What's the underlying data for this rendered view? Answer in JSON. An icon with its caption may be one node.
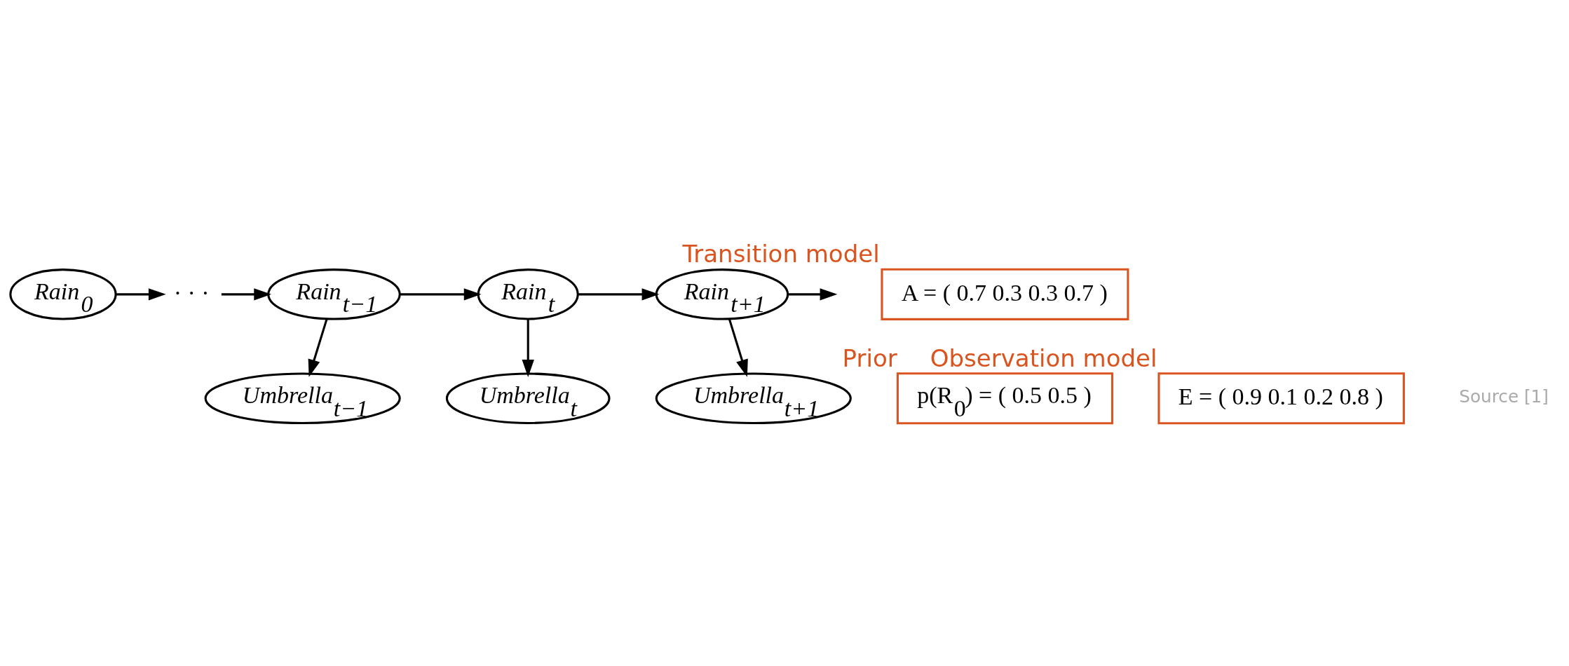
{
  "diagram": {
    "nodes": [
      {
        "text": [
          "Rain$_{0}$"
        ]
      },
      {
        "text": [
          "· · ·"
        ]
      },
      {
        "text": [
          "Rain$_{t−1}$"
        ]
      },
      {
        "text": [
          "Rain$_{t}$"
        ]
      },
      {
        "text": [
          "Rain$_{t+1}$"
        ]
      },
      {
        "text": [
          "Umbrella$_{t−1}$"
        ]
      },
      {
        "text": [
          "Umbrella$_{t}$"
        ]
      },
      {
        "text": [
          "Umbrella$_{t+1}$"
        ]
      },
      {
        "text": [
          "A = ( 0.7 0.3 0.3 0.7 )"
        ],
        "beside": [
          "Transition model"
        ]
      },
      {
        "text": [
          "p(R$_{0}$) = ( 0.5 0.5 )"
        ],
        "beside": [
          "Prior"
        ]
      },
      {
        "text": [
          "E = ( 0.9 0.1 0.2 0.8 )"
        ],
        "beside": [
          "Observation model"
        ]
      }
    ],
    "edges": [
      {
        "from": 0,
        "to": 1,
        "arrow": "to"
      },
      {
        "from": 1,
        "to": 2,
        "arrow": "to"
      },
      {
        "from": 2,
        "to": 3,
        "arrow": "to"
      },
      {
        "from": 3,
        "to": 4,
        "arrow": "to"
      },
      {
        "from": 4,
        "to": null,
        "arrow": "to"
      },
      {
        "from": 2,
        "to": 5,
        "arrow": "to"
      },
      {
        "from": 3,
        "to": 6,
        "arrow": "to"
      },
      {
        "from": 4,
        "to": 7,
        "arrow": "to"
      }
    ],
    "labels": [
      "Source [1]"
    ]
  }
}
